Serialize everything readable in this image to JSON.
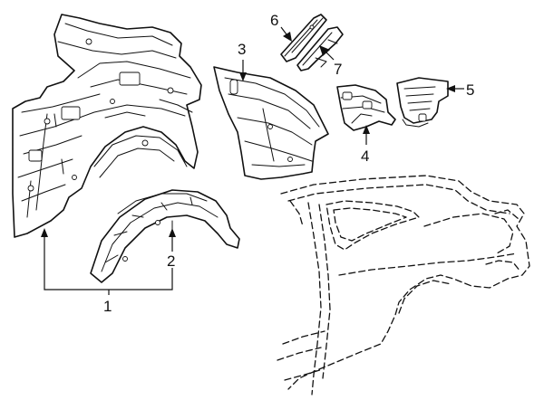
{
  "callouts": {
    "c1": "1",
    "c2": "2",
    "c3": "3",
    "c4": "4",
    "c5": "5",
    "c6": "6",
    "c7": "7"
  },
  "colors": {
    "line": "#111111",
    "background": "#ffffff"
  }
}
